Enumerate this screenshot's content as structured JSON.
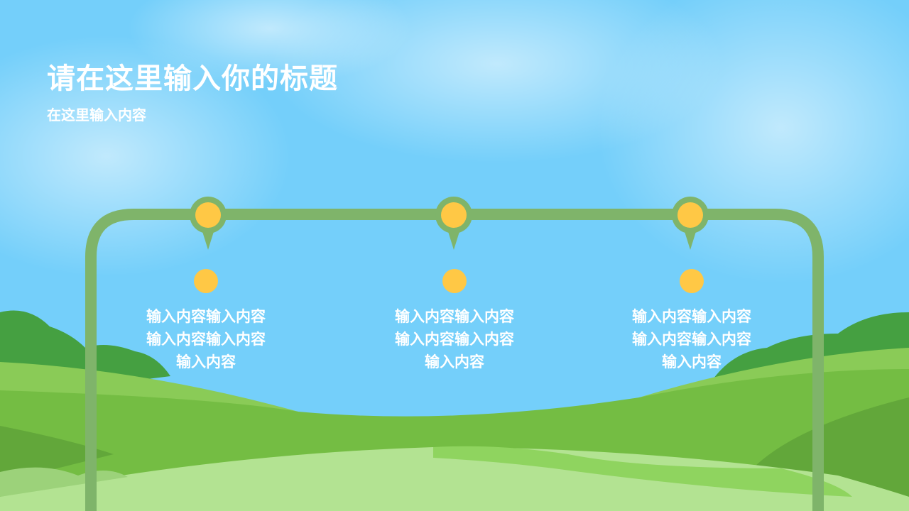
{
  "slide": {
    "title": "请在这里输入你的标题",
    "subtitle": "在这里输入内容",
    "items": [
      {
        "lines": [
          "输入内容输入内容",
          "输入内容输入内容",
          "输入内容"
        ]
      },
      {
        "lines": [
          "输入内容输入内容",
          "输入内容输入内容",
          "输入内容"
        ]
      },
      {
        "lines": [
          "输入内容输入内容",
          "输入内容输入内容",
          "输入内容"
        ]
      }
    ]
  },
  "colors": {
    "sky": "#74cffa",
    "frame": "#7fb46a",
    "accent": "#ffc845",
    "grass": "#74bd43"
  }
}
